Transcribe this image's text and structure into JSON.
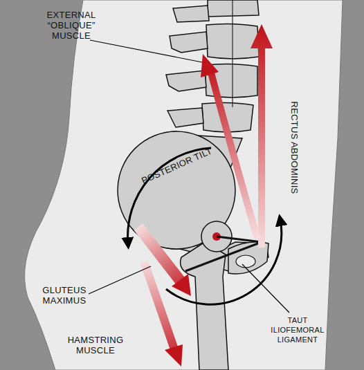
{
  "diagram": {
    "labels": [
      "EXTERNAL “OBLIQUE” MUSCLE",
      "RECTUS ABDOMINIS",
      "POSTERIOR TILT",
      "GLUTEUS MAXIMUS",
      "HAMSTRING MUSCLE",
      "TAUT ILIOFEMORAL LIGAMENT"
    ]
  }
}
